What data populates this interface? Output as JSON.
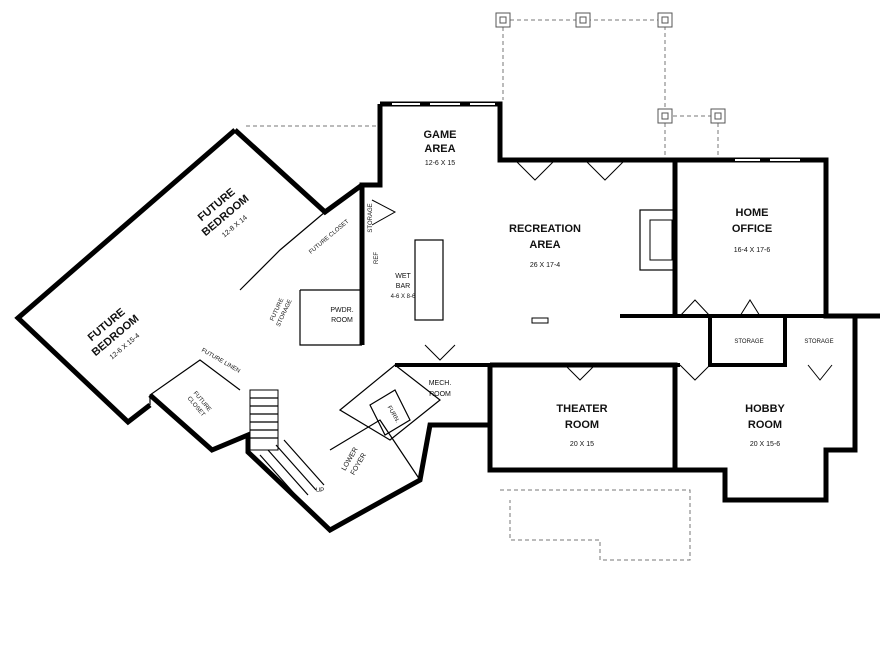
{
  "rooms": {
    "game_area": {
      "name1": "GAME",
      "name2": "AREA",
      "dims": "12-6 X 15"
    },
    "recreation_area": {
      "name1": "RECREATION",
      "name2": "AREA",
      "dims": "26 X 17-4"
    },
    "home_office": {
      "name1": "HOME",
      "name2": "OFFICE",
      "dims": "16-4 X 17-6"
    },
    "future_bedroom_1": {
      "name1": "FUTURE",
      "name2": "BEDROOM",
      "dims": "12-8 X 14"
    },
    "future_bedroom_2": {
      "name1": "FUTURE",
      "name2": "BEDROOM",
      "dims": "12-6 X 15-4"
    },
    "wet_bar": {
      "name1": "WET",
      "name2": "BAR",
      "dims": "4-6 X 8-6"
    },
    "pwdr_room": {
      "name1": "PWDR.",
      "name2": "ROOM"
    },
    "storage_a": {
      "name": "STORAGE"
    },
    "storage_b": {
      "name": "STORAGE"
    },
    "storage_c": {
      "name": "STORAGE"
    },
    "future_closet_a": {
      "name": "FUTURE CLOSET"
    },
    "future_closet_b": {
      "name1": "FUTURE",
      "name2": "CLOSET"
    },
    "future_storage": {
      "name1": "FUTURE",
      "name2": "STORAGE"
    },
    "future_linen": {
      "name": "FUTURE LINEN"
    },
    "mech_room": {
      "name1": "MECH.",
      "name2": "ROOM"
    },
    "furn": {
      "name": "FURN."
    },
    "theater_room": {
      "name1": "THEATER",
      "name2": "ROOM",
      "dims": "20 X 15"
    },
    "hobby_room": {
      "name1": "HOBBY",
      "name2": "ROOM",
      "dims": "20 X 15-6"
    },
    "lower_foyer": {
      "name1": "LOWER",
      "name2": "FOYER"
    },
    "refrigerator": {
      "name": "REF"
    },
    "stair_up": {
      "name": "UP"
    }
  }
}
